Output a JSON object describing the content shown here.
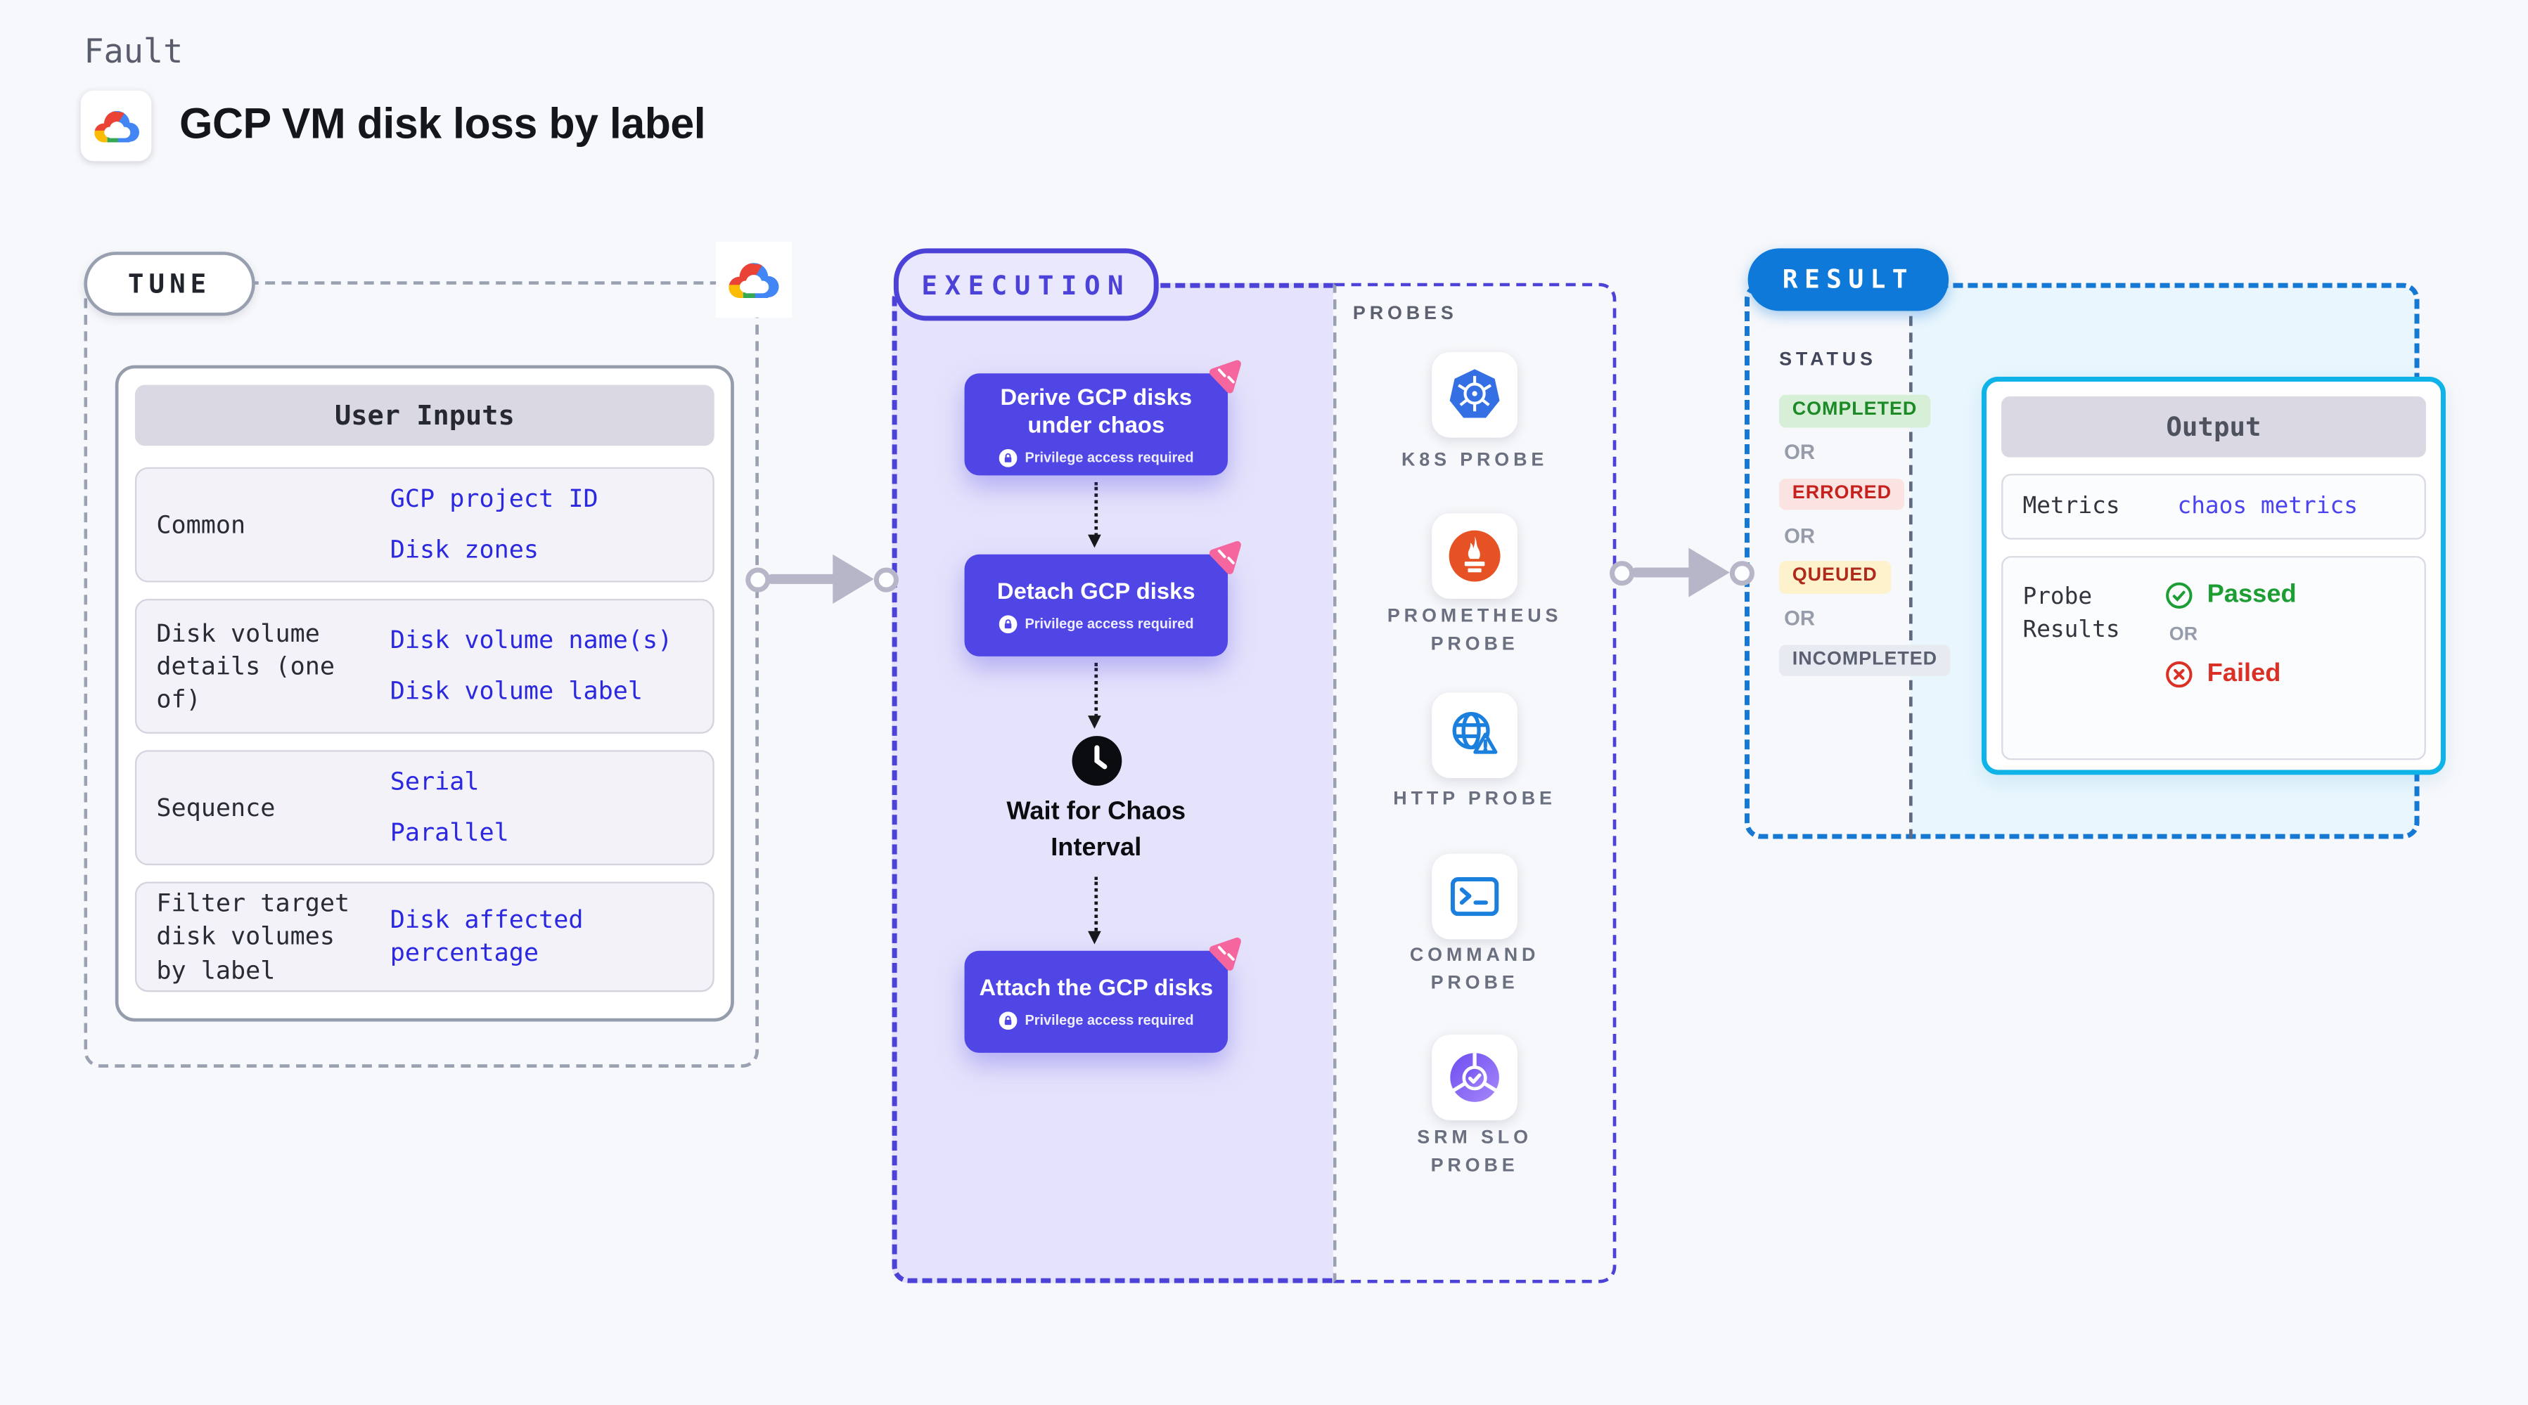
{
  "header": {
    "kicker": "Fault",
    "title": "GCP VM disk loss by label"
  },
  "tune": {
    "badge": "TUNE",
    "table": {
      "title": "User Inputs",
      "rows": [
        {
          "label": "Common",
          "values": [
            "GCP project ID",
            "Disk zones"
          ]
        },
        {
          "label": "Disk volume details (one of)",
          "values": [
            "Disk volume name(s)",
            "Disk volume label"
          ]
        },
        {
          "label": "Sequence",
          "values": [
            "Serial",
            "Parallel"
          ]
        },
        {
          "label": "Filter target disk volumes by label",
          "values": [
            "Disk affected percentage"
          ]
        }
      ]
    }
  },
  "execution": {
    "badge": "EXECUTION",
    "privilege_label": "Privilege access required",
    "steps": [
      {
        "title": "Derive GCP disks under chaos"
      },
      {
        "title": "Detach GCP disks"
      },
      {
        "title": "Attach the GCP disks"
      }
    ],
    "wait_label": "Wait for Chaos Interval"
  },
  "probes": {
    "title": "PROBES",
    "items": [
      {
        "label": "K8S PROBE",
        "icon": "kubernetes-icon"
      },
      {
        "label": "PROMETHEUS PROBE",
        "icon": "prometheus-icon"
      },
      {
        "label": "HTTP PROBE",
        "icon": "http-globe-warning-icon"
      },
      {
        "label": "COMMAND PROBE",
        "icon": "terminal-icon"
      },
      {
        "label": "SRM SLO PROBE",
        "icon": "srm-slo-icon"
      }
    ]
  },
  "result": {
    "badge": "RESULT",
    "status_title": "STATUS",
    "or_label": "OR",
    "statuses": [
      {
        "label": "COMPLETED",
        "type": "green"
      },
      {
        "label": "ERRORED",
        "type": "red"
      },
      {
        "label": "QUEUED",
        "type": "yellow"
      },
      {
        "label": "INCOMPLETED",
        "type": "gray"
      }
    ],
    "output": {
      "title": "Output",
      "metrics_label": "Metrics",
      "metrics_value": "chaos metrics",
      "probe_results_label": "Probe Results",
      "passed_label": "Passed",
      "failed_label": "Failed"
    }
  },
  "colors": {
    "page_bg": "#f7f8fb",
    "accent_indigo": "#4f46e5",
    "execution_fill": "#e5e3fb",
    "result_blue": "#0e79d9",
    "output_cyan_border": "#10b3e8",
    "result_fill_cyan": "#e9f6fd",
    "success_green": "#1d9e33",
    "error_red": "#da3025",
    "queued_red": "#b02a1c",
    "link_blue": "#2b28e0",
    "pink_marker": "#f5669f",
    "gray_dash": "#9aa2b2"
  }
}
